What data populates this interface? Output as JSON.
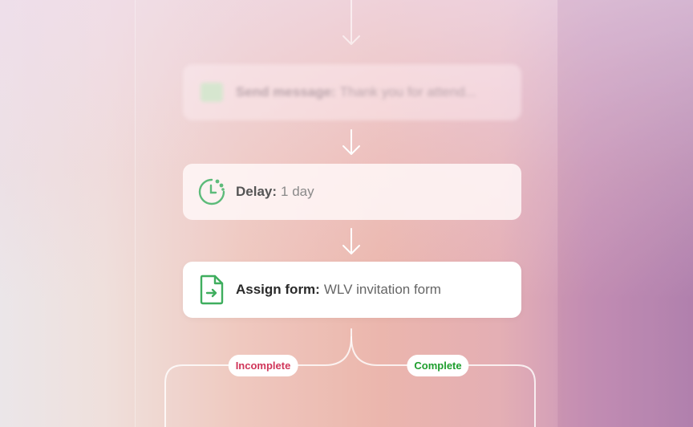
{
  "steps": [
    {
      "label": "Send message:",
      "value": "Thank you for attend...",
      "icon": "mail-icon"
    },
    {
      "label": "Delay:",
      "value": "1 day",
      "icon": "timer-icon"
    },
    {
      "label": "Assign form:",
      "value": "WLV invitation form",
      "icon": "form-assign-icon"
    }
  ],
  "branches": {
    "incomplete": "Incomplete",
    "complete": "Complete"
  },
  "colors": {
    "green": "#3fae5e",
    "incomplete": "#d0365a",
    "complete": "#1e9e2e"
  }
}
